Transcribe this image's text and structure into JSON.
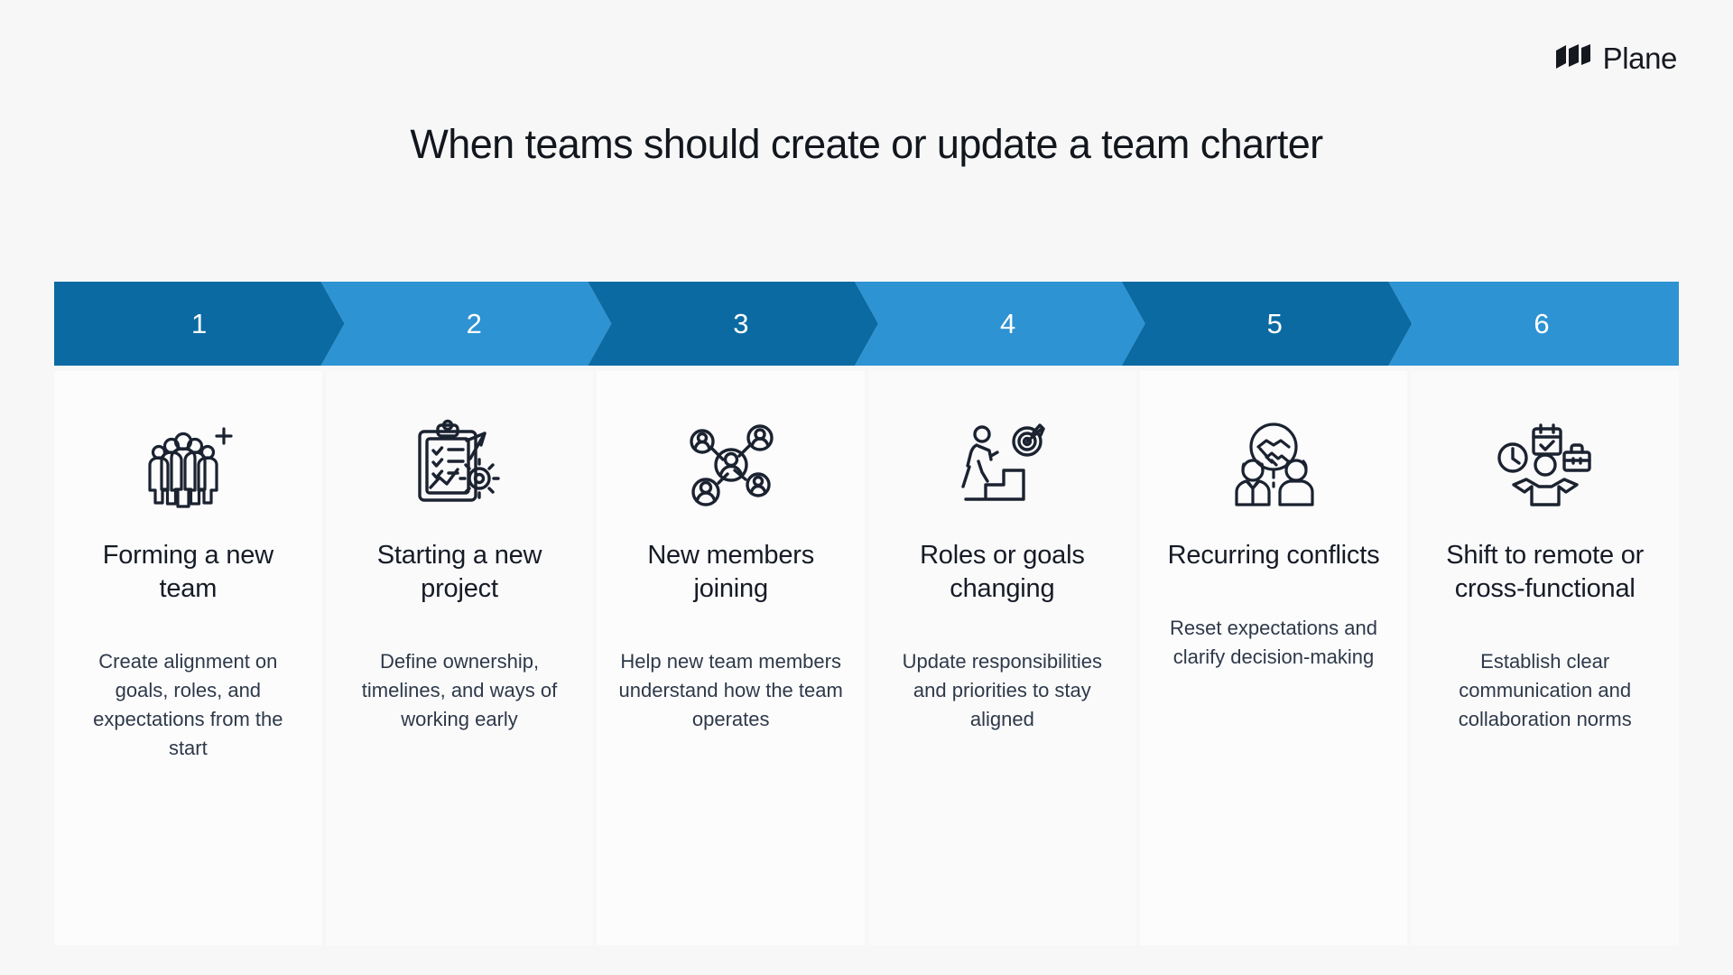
{
  "brand": {
    "name": "Plane",
    "logo_icon": "plane-logo-mark"
  },
  "title": "When teams should create or update a team charter",
  "theme": {
    "chevron_dark": "#0b6aa2",
    "chevron_light": "#2d93d2",
    "page_background": "#f7f7f8",
    "panel_background": "#fcfcfd",
    "heading_color": "#161b26",
    "body_color": "#2e3949",
    "number_color": "#ffffff"
  },
  "steps": [
    {
      "number": "1",
      "icon": "team-group-add-icon",
      "heading": "Forming a new team",
      "body": "Create alignment on goals, roles, and expectations from the start",
      "chevron_style": "dark"
    },
    {
      "number": "2",
      "icon": "clipboard-checklist-gear-icon",
      "heading": "Starting a new project",
      "body": "Define ownership, timelines, and ways of working early",
      "chevron_style": "light"
    },
    {
      "number": "3",
      "icon": "people-network-icon",
      "heading": "New members joining",
      "body": "Help new team members understand how the team operates",
      "chevron_style": "dark"
    },
    {
      "number": "4",
      "icon": "person-stairs-target-icon",
      "heading": "Roles or goals changing",
      "body": "Update responsibilities and priorities to stay aligned",
      "chevron_style": "light"
    },
    {
      "number": "5",
      "icon": "handshake-two-people-icon",
      "heading": "Recurring conflicts",
      "body": "Reset expectations and clarify decision-making",
      "chevron_style": "dark"
    },
    {
      "number": "6",
      "icon": "work-life-balance-icon",
      "heading": "Shift to remote or cross-functional",
      "body": "Establish clear communication and collaboration norms",
      "chevron_style": "light"
    }
  ]
}
